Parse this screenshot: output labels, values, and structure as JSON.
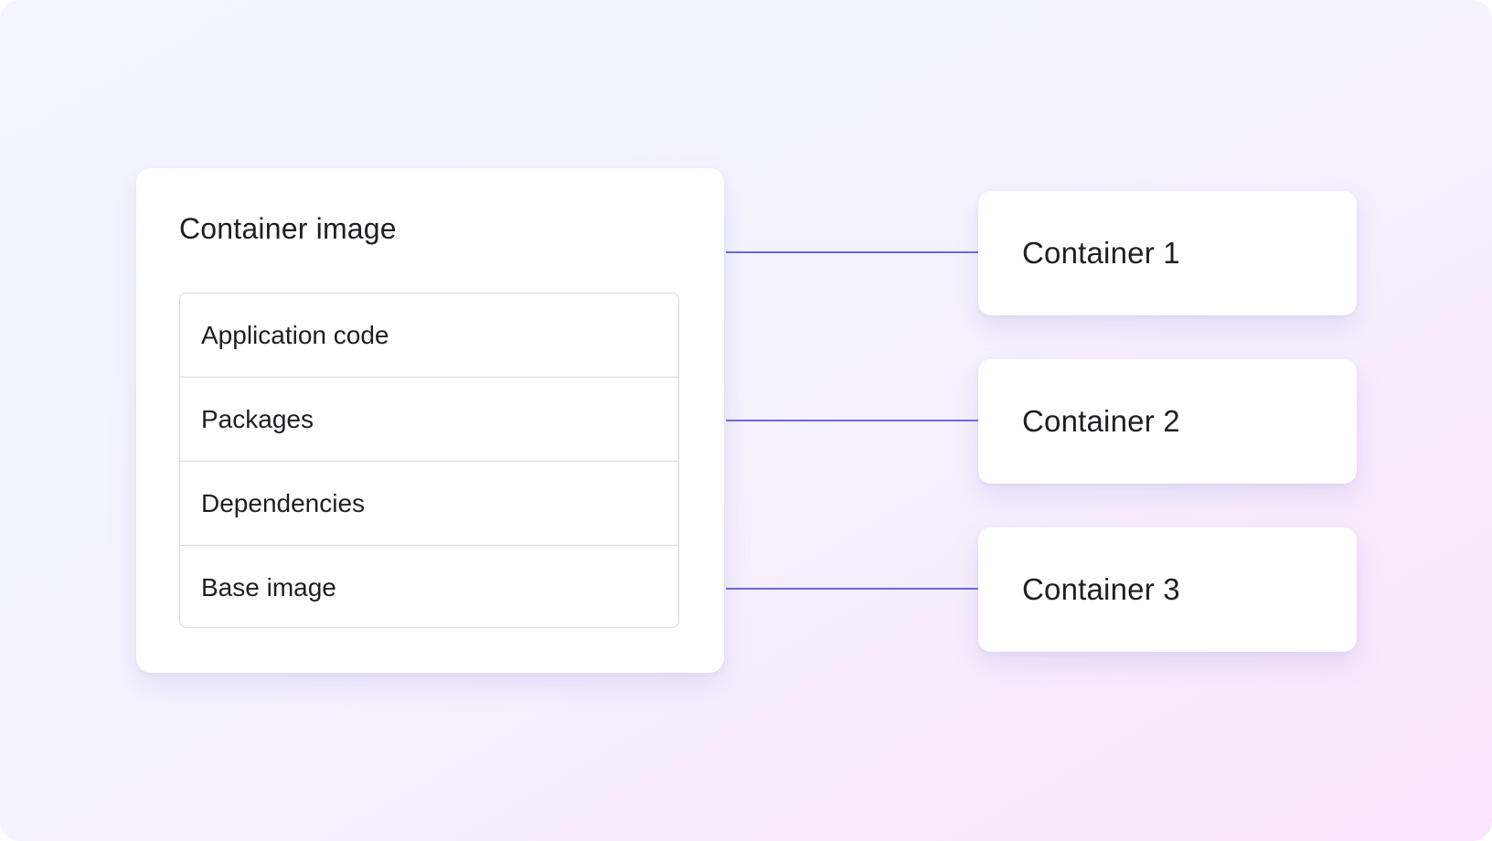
{
  "container_image": {
    "title": "Container image",
    "layers": [
      {
        "label": "Application code"
      },
      {
        "label": "Packages"
      },
      {
        "label": "Dependencies"
      },
      {
        "label": "Base image"
      }
    ]
  },
  "containers": [
    {
      "label": "Container 1"
    },
    {
      "label": "Container 2"
    },
    {
      "label": "Container 3"
    }
  ],
  "colors": {
    "connector": "#3a3fd0",
    "card": "#ffffff",
    "border": "#d9d9de"
  }
}
